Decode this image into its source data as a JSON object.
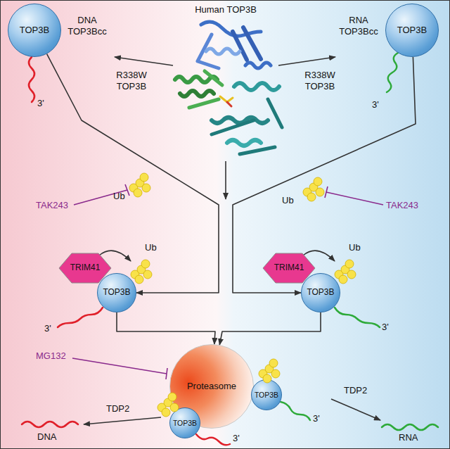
{
  "diagram": {
    "nodes": [
      {
        "text": [
          "TOP3B"
        ]
      },
      {
        "text": [
          "TOP3B"
        ]
      },
      {
        "text": [
          "TRIM41"
        ]
      },
      {
        "text": [
          "TOP3B"
        ]
      },
      {
        "text": [
          "TRIM41"
        ]
      },
      {
        "text": [
          "TOP3B"
        ]
      },
      {
        "text": [
          "Proteasome"
        ]
      },
      {
        "text": [
          "TOP3B"
        ]
      },
      {
        "text": [
          "TOP3B"
        ]
      }
    ],
    "edges": [
      {
        "from": 0,
        "to": 3,
        "arrow": "to"
      },
      {
        "from": 1,
        "to": 5,
        "arrow": "to"
      },
      {
        "from": 3,
        "to": 6,
        "arrow": "to"
      },
      {
        "from": 5,
        "to": 6,
        "arrow": "to"
      }
    ],
    "labels": [
      "Human TOP3B",
      "DNA TOP3Bcc",
      "R338W TOP3B",
      "R338W TOP3B",
      "RNA TOP3Bcc",
      "3'",
      "3'",
      "Ub",
      "Ub",
      "TAK243",
      "TAK243",
      "Ub",
      "Ub",
      "3'",
      "3'",
      "MG132",
      "TDP2",
      "TDP2",
      "DNA",
      "RNA",
      "3'",
      "3'"
    ]
  }
}
